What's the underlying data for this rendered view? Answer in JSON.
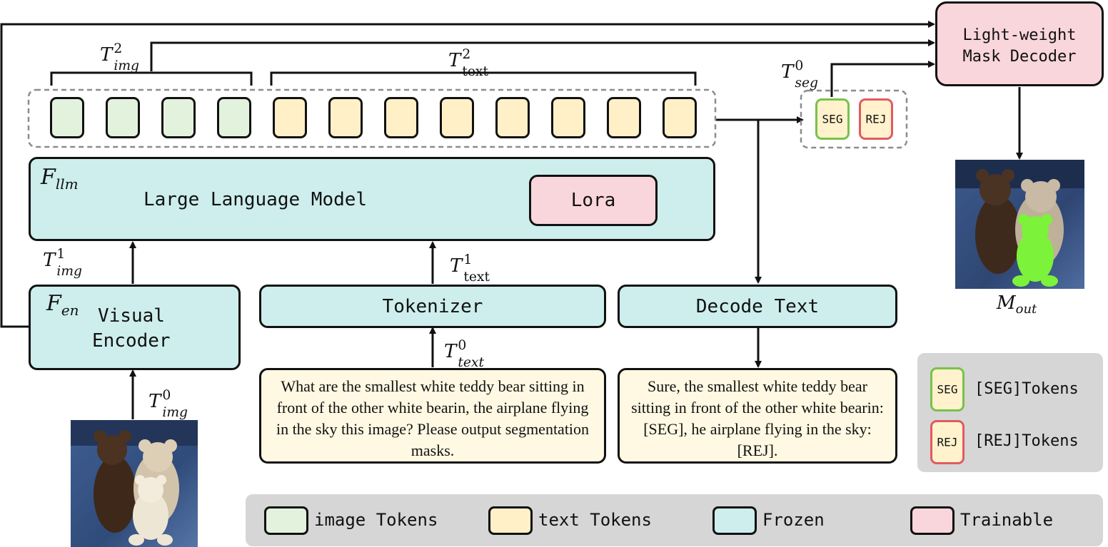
{
  "colors": {
    "frozen": "#cdeeed",
    "trainable": "#f9d6dc",
    "image_token": "#e3f2dc",
    "text_token": "#fff0c8",
    "text_box": "#fff8e2",
    "seg_border": "#79c14c",
    "rej_border": "#e15a62",
    "legend_panel": "#d6d6d6",
    "mask_highlight": "#7cf23a"
  },
  "symbols": {
    "t_img_2": {
      "base": "T",
      "sup": "2",
      "sub": "img"
    },
    "t_text_2": {
      "base": "T",
      "sup": "2",
      "sub": "text"
    },
    "t_seg_0": {
      "base": "T",
      "sup": "0",
      "sub": "seg"
    },
    "f_llm": {
      "base": "F",
      "sub": "llm"
    },
    "t_img_1": {
      "base": "T",
      "sup": "1",
      "sub": "img"
    },
    "t_text_1": {
      "base": "T",
      "sup": "1",
      "sub": "text"
    },
    "f_en": {
      "base": "F",
      "sub": "en"
    },
    "t_text_0": {
      "base": "T",
      "sup": "0",
      "sub": "text"
    },
    "t_img_0": {
      "base": "T",
      "sup": "0",
      "sub": "img"
    },
    "m_out": {
      "base": "M",
      "sub": "out"
    }
  },
  "blocks": {
    "llm_label": "Large Language Model",
    "lora_label": "Lora",
    "visual_encoder_line1": "Visual",
    "visual_encoder_line2": "Encoder",
    "tokenizer_label": "Tokenizer",
    "decode_text_label": "Decode Text",
    "mask_decoder_line1": "Light-weight",
    "mask_decoder_line2": "Mask Decoder"
  },
  "tokens": {
    "image_count": 4,
    "text_count": 8,
    "seg_label": "SEG",
    "rej_label": "REJ"
  },
  "texts": {
    "question": "What are the smallest white teddy bear sitting in front of the other white bearin, the airplane flying in the sky this image? Please output segmentation masks.",
    "answer": "Sure, the smallest white teddy bear sitting in front of the other white bearin:[SEG], he airplane flying in the sky:[REJ]."
  },
  "images": {
    "input_photo": "teddy-bears-photo",
    "output_mask": "teddy-bears-segmentation-mask"
  },
  "legend_side": {
    "seg_token": "SEG",
    "seg_desc": "[SEG]Tokens",
    "rej_token": "REJ",
    "rej_desc": "[REJ]Tokens"
  },
  "legend_bottom": {
    "image_tokens": "image Tokens",
    "text_tokens": "text Tokens",
    "frozen": "Frozen",
    "trainable": "Trainable"
  }
}
